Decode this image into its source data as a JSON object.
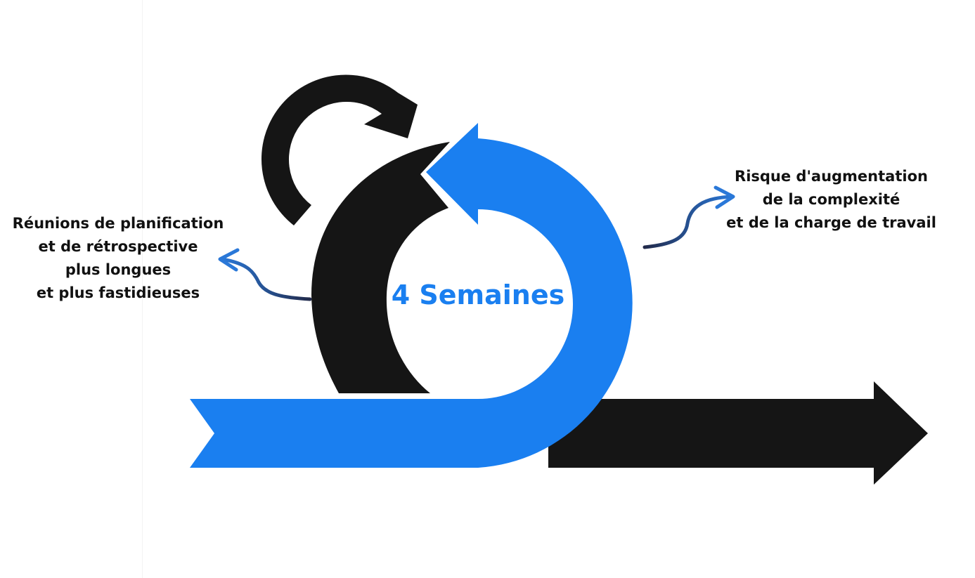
{
  "center_label": "4 Semaines",
  "left_note": {
    "lines": [
      "Réunions de planification",
      "et de rétrospective",
      "plus longues",
      "et plus fastidieuses"
    ]
  },
  "right_note": {
    "lines": [
      "Risque d'augmentation",
      "de la complexité",
      "et de la charge de travail"
    ]
  },
  "colors": {
    "blue": "#1a7ff0",
    "black": "#151515",
    "connector_dark": "#2b3a6b"
  }
}
